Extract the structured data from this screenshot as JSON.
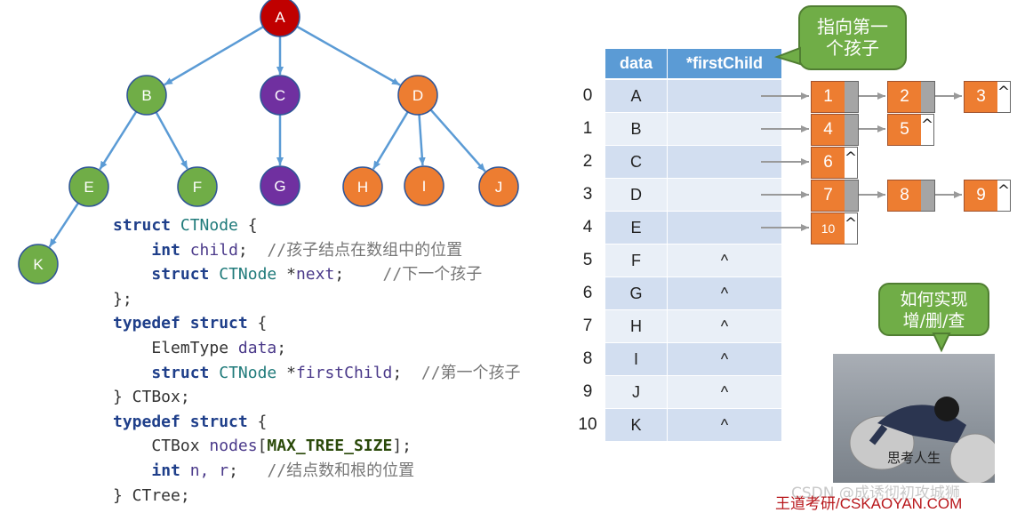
{
  "tree": {
    "nodes": [
      {
        "id": "A",
        "color": "#c00000"
      },
      {
        "id": "B",
        "color": "#70ad47"
      },
      {
        "id": "C",
        "color": "#7030a0"
      },
      {
        "id": "D",
        "color": "#ed7d31"
      },
      {
        "id": "E",
        "color": "#70ad47"
      },
      {
        "id": "F",
        "color": "#70ad47"
      },
      {
        "id": "G",
        "color": "#7030a0"
      },
      {
        "id": "H",
        "color": "#ed7d31"
      },
      {
        "id": "I",
        "color": "#ed7d31"
      },
      {
        "id": "J",
        "color": "#ed7d31"
      },
      {
        "id": "K",
        "color": "#70ad47"
      }
    ],
    "edges": [
      [
        "A",
        "B"
      ],
      [
        "A",
        "C"
      ],
      [
        "A",
        "D"
      ],
      [
        "B",
        "E"
      ],
      [
        "B",
        "F"
      ],
      [
        "C",
        "G"
      ],
      [
        "D",
        "H"
      ],
      [
        "D",
        "I"
      ],
      [
        "D",
        "J"
      ],
      [
        "E",
        "K"
      ]
    ],
    "edge_color": "#5b9bd5"
  },
  "code": {
    "l1": {
      "kw": "struct",
      "ty": "CTNode",
      "p": " {"
    },
    "l2": {
      "kw": "int",
      "id": "child",
      "p": ";",
      "cm": "//孩子结点在数组中的位置"
    },
    "l3": {
      "kw": "struct",
      "ty": "CTNode",
      "p": " *",
      "id": "next",
      "p2": ";",
      "cm": "//下一个孩子"
    },
    "l4": "};",
    "l5": {
      "kw": "typedef struct",
      "p": " {"
    },
    "l6": {
      "ty": "ElemType",
      "id": "data",
      "p": ";"
    },
    "l7": {
      "kw": "struct",
      "ty": "CTNode",
      "p": " *",
      "id": "firstChild",
      "p2": ";",
      "cm": "//第一个孩子"
    },
    "l8": "} CTBox;",
    "l9": {
      "kw": "typedef struct",
      "p": " {"
    },
    "l10": {
      "ty": "CTBox",
      "id": "nodes",
      "p": "[",
      "mc": "MAX_TREE_SIZE",
      "p2": "];"
    },
    "l11": {
      "kw": "int",
      "id": "n, r",
      "p": ";",
      "cm": "//结点数和根的位置"
    },
    "l12": "} CTree;"
  },
  "table": {
    "headers": [
      "data",
      "*firstChild"
    ],
    "rows": [
      {
        "index": "0",
        "data": "A",
        "first": ""
      },
      {
        "index": "1",
        "data": "B",
        "first": ""
      },
      {
        "index": "2",
        "data": "C",
        "first": ""
      },
      {
        "index": "3",
        "data": "D",
        "first": ""
      },
      {
        "index": "4",
        "data": "E",
        "first": ""
      },
      {
        "index": "5",
        "data": "F",
        "first": "^"
      },
      {
        "index": "6",
        "data": "G",
        "first": "^"
      },
      {
        "index": "7",
        "data": "H",
        "first": "^"
      },
      {
        "index": "8",
        "data": "I",
        "first": "^"
      },
      {
        "index": "9",
        "data": "J",
        "first": "^"
      },
      {
        "index": "10",
        "data": "K",
        "first": "^"
      }
    ]
  },
  "lists": [
    {
      "row": 0,
      "nodes": [
        "1",
        "2",
        "3"
      ]
    },
    {
      "row": 1,
      "nodes": [
        "4",
        "5"
      ]
    },
    {
      "row": 2,
      "nodes": [
        "6"
      ]
    },
    {
      "row": 3,
      "nodes": [
        "7",
        "8",
        "9"
      ]
    },
    {
      "row": 4,
      "nodes": [
        "10"
      ]
    }
  ],
  "null_symbol": "^",
  "callouts": {
    "first_child": "指向第一\n个孩子",
    "how_to": "如何实现\n增/删/查"
  },
  "photo_caption": "思考人生",
  "watermark_faint": "CSDN @成诱彻初攻城狮",
  "watermark": "王道考研/CSKAOYAN.COM"
}
